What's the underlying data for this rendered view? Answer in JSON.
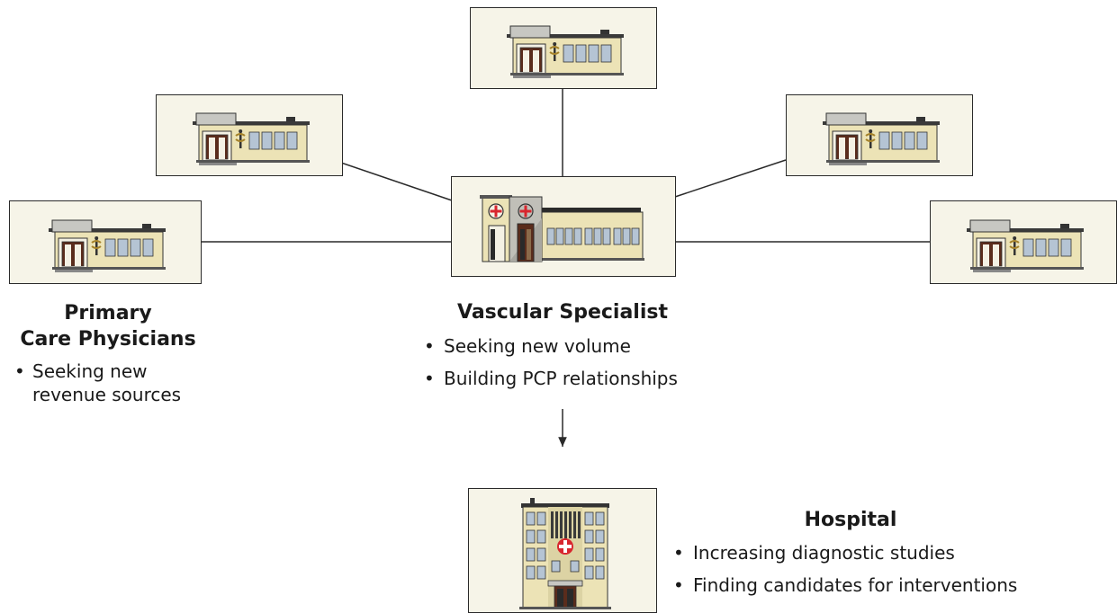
{
  "primary_care": {
    "title_line1": "Primary",
    "title_line2": "Care Physicians",
    "bullet_line1": "Seeking new",
    "bullet_line2": "revenue sources"
  },
  "vascular_specialist": {
    "title": "Vascular Specialist",
    "bullets": [
      "Seeking new volume",
      "Building PCP relationships"
    ]
  },
  "hospital": {
    "title": "Hospital",
    "bullets": [
      "Increasing diagnostic studies",
      "Finding candidates for interventions"
    ]
  },
  "colors": {
    "box_fill": "#f6f4e8",
    "clinic_wall": "#ece3b6",
    "clinic_roof": "#c7c7c2",
    "window": "#b5c4d4",
    "door": "#5a2c1c",
    "medical_cross": "#d8262e",
    "connector": "#2a2a2a"
  }
}
